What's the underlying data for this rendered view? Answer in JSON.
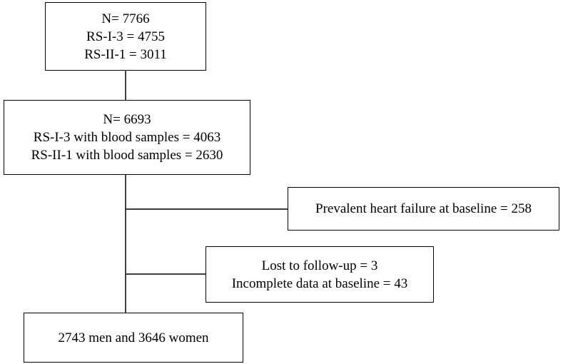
{
  "flowchart": {
    "total": {
      "line1": "N= 7766",
      "line2": "RS-I-3 = 4755",
      "line3": "RS-II-1 = 3011"
    },
    "blood_samples": {
      "line1": "N= 6693",
      "line2": "RS-I-3 with blood samples = 4063",
      "line3": "RS-II-1 with blood samples = 2630"
    },
    "exclusion_prevalent": {
      "line1": "Prevalent heart failure at baseline = 258"
    },
    "exclusion_lost": {
      "line1": "Lost to follow-up = 3",
      "line2": "Incomplete data at baseline = 43"
    },
    "final": {
      "line1": "2743 men and 3646 women"
    }
  },
  "colors": {
    "stroke": "#000000",
    "background": "#ffffff"
  }
}
